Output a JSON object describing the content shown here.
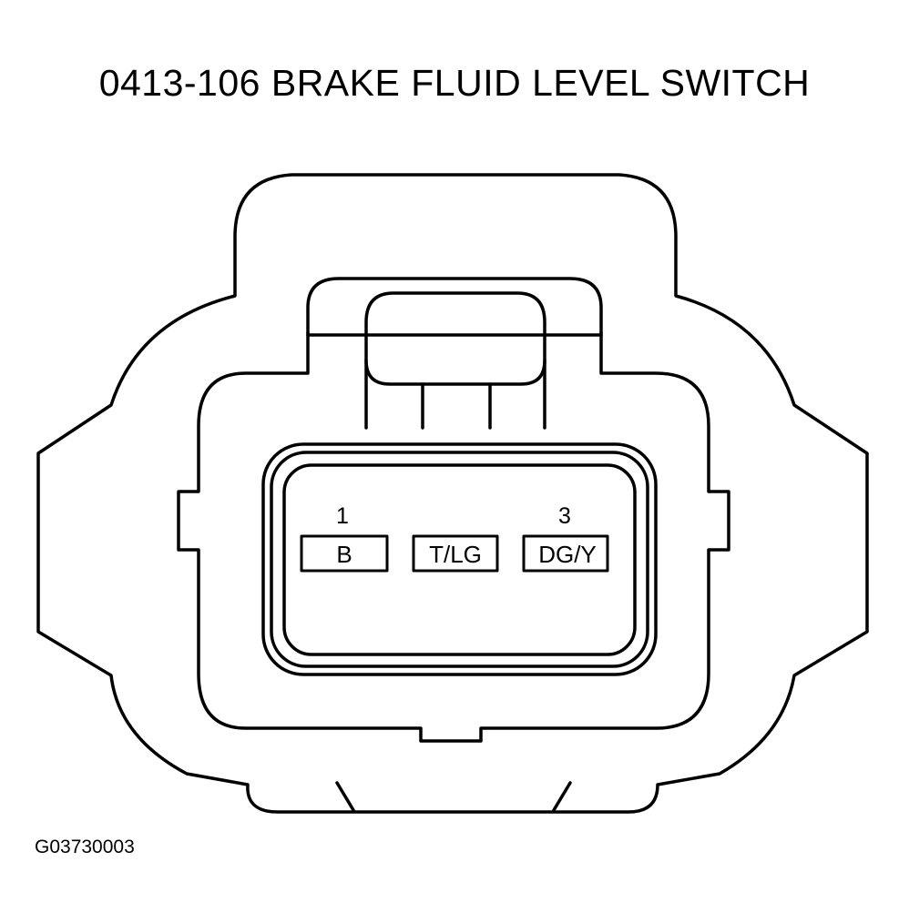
{
  "diagram": {
    "title": "0413-106 BRAKE FLUID LEVEL SWITCH",
    "figure_id": "G03730003",
    "pins": [
      {
        "number": "1",
        "wire": "B"
      },
      {
        "number": "",
        "wire": "T/LG"
      },
      {
        "number": "3",
        "wire": "DG/Y"
      }
    ],
    "colors": {
      "line": "#000000",
      "background": "#ffffff"
    }
  }
}
